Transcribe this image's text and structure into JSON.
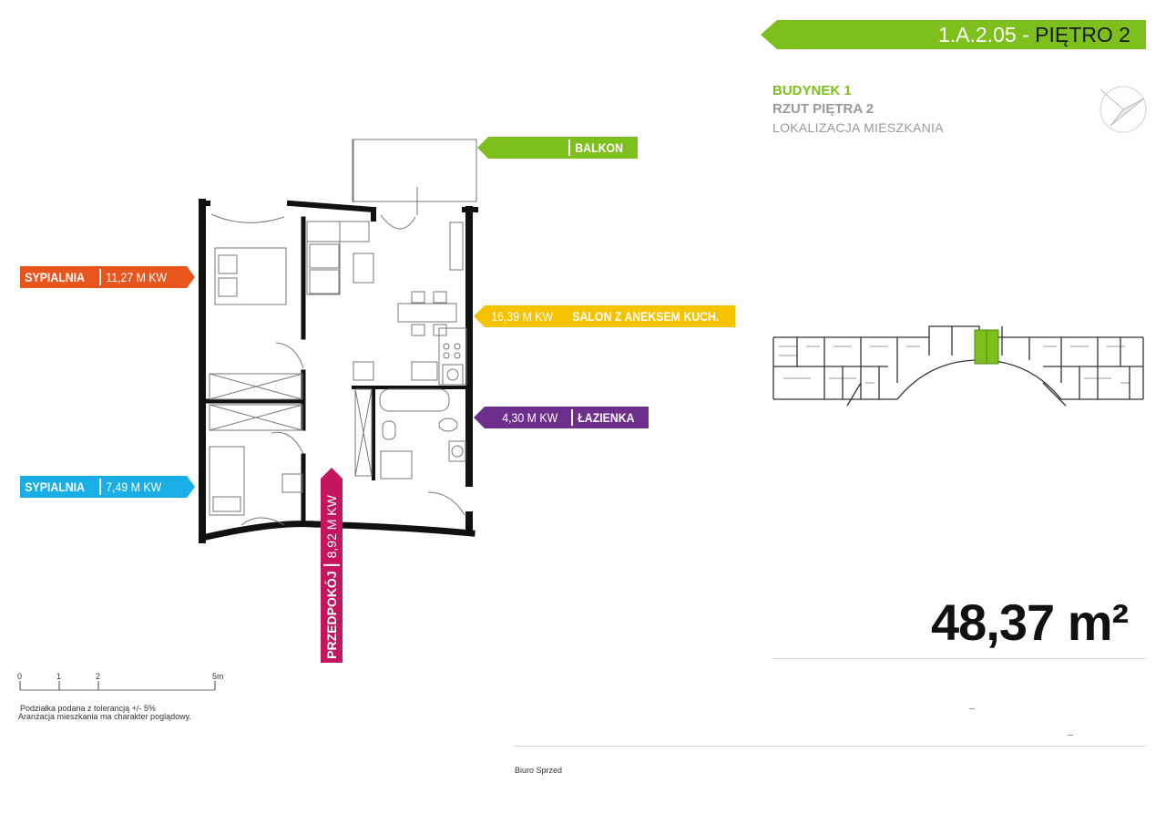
{
  "header": {
    "unit_code": "1.A.2.05",
    "separator": " - ",
    "floor": "PIĘTRO 2"
  },
  "info": {
    "building": "BUDYNEK 1",
    "plan": "RZUT PIĘTRA 2",
    "location": "LOKALIZACJA MIESZKANIA"
  },
  "area": {
    "value": "48,37",
    "unit": "m²"
  },
  "rooms": [
    {
      "name": "SYPIALNIA",
      "area": "11,27 M KW",
      "color": "#e8561e"
    },
    {
      "name": "SYPIALNIA",
      "area": "7,49 M KW",
      "color": "#19aee6"
    },
    {
      "name": "SALON Z ANEKSEM KUCH.",
      "area": "16,39 M KW",
      "color": "#f6c300"
    },
    {
      "name": "ŁAZIENKA",
      "area": "4,30 M KW",
      "color": "#6d2e8c"
    },
    {
      "name": "BALKON",
      "color": "#7dbf1d"
    },
    {
      "name": "PRZEDPOKÓJ",
      "area": "8,92 M KW",
      "color": "#c5155f"
    }
  ],
  "scale": {
    "labels": [
      "0",
      "1",
      "2",
      "5m"
    ]
  },
  "notes": [
    "Podziałka podana z tolerancją +/- 5%",
    "Aranżacja mieszkania ma charakter poglądowy."
  ],
  "footer_text": "Biuro Sprzed",
  "colors": {
    "accent_green": "#7dbf1d",
    "wall": "#111111",
    "grey_text": "#9a9a9a"
  },
  "icons": [
    "compass-icon"
  ]
}
